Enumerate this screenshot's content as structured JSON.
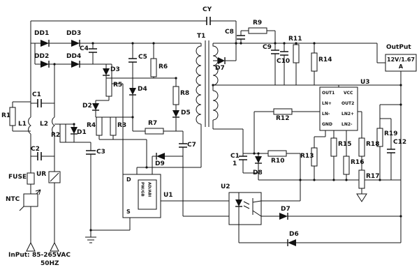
{
  "colors": {
    "ink": "#111111",
    "paper": "#ffffff"
  },
  "labels": {
    "dd1": "DD1",
    "dd2": "DD2",
    "dd3": "DD3",
    "dd4": "DD4",
    "d1": "D1",
    "d2": "D2",
    "d3": "D3",
    "d4": "D4",
    "d5": "D5",
    "d6": "D6",
    "d7_top": "D7",
    "d7_bottom": "D7",
    "d8": "D8",
    "d9": "D9",
    "c1": "C1",
    "c2": "C2",
    "c3": "C3",
    "c4": "C4",
    "c5": "C5",
    "c7": "C7",
    "c8": "C8",
    "c9": "C9",
    "c10": "C10",
    "c11_line1": "C1",
    "c11_line2": "1",
    "c12": "C12",
    "cy": "CY",
    "r1": "R1",
    "r2": "R2",
    "r3": "R3",
    "r4": "R4",
    "r5": "R5",
    "r6": "R6",
    "r7": "R7",
    "r8": "R8",
    "r9": "R9",
    "r10": "R10",
    "r11": "R11",
    "r12": "R12",
    "r13": "R13",
    "r14": "R14",
    "r15": "R15",
    "r16": "R16",
    "r17": "R17",
    "r18": "R18",
    "r19": "R19",
    "l1": "L1",
    "l2": "L2",
    "t1": "T1",
    "u1": "U1",
    "u2": "U2",
    "u3": "U3",
    "fuse": "FUSE",
    "ur": "UR",
    "ntc": "NTC"
  },
  "u1_chip": {
    "pin_drain": "D",
    "pin_source": "S",
    "inner_line1": "PW/GB",
    "inner_line2": "AD/ABI"
  },
  "u3_chip": {
    "pins_left": [
      "OUT1",
      "LN+",
      "LN-",
      "GND"
    ],
    "pins_right": [
      "VCC",
      "OUT2",
      "LN2+",
      "LN2-"
    ]
  },
  "input": {
    "label": "InPut:",
    "voltage": "85-265VAC",
    "frequency": "50HZ"
  },
  "output": {
    "label": "OutPut",
    "value": "12V/1.67A"
  }
}
